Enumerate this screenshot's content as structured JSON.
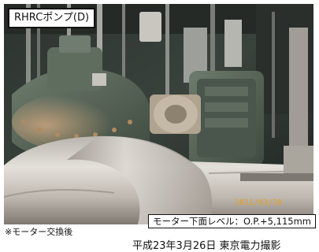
{
  "photo": {
    "label": "RHRCポンプ(D)",
    "date_stamp": "2011/03/28",
    "level_label": "モーター下面レベル：O.P.+5,115mm"
  },
  "note": "※モーター交換後",
  "credit": "平成23年3月26日 東京電力撮影"
}
